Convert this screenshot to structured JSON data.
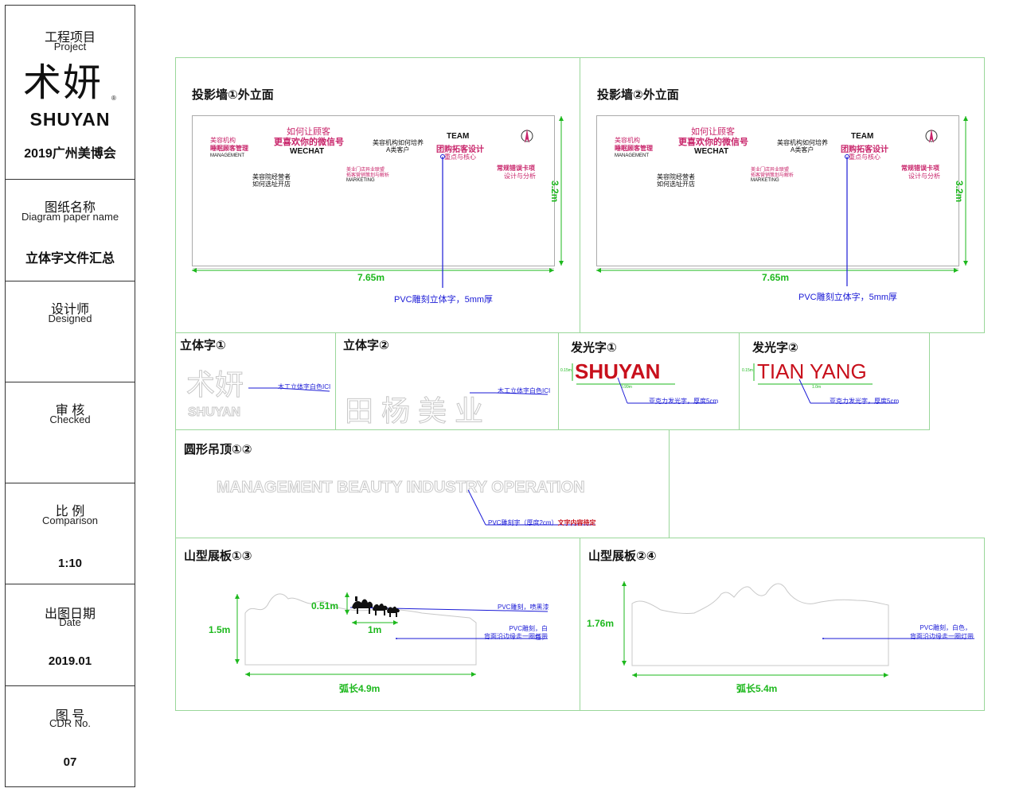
{
  "titleblock": {
    "project_zh": "工程项目",
    "project_en": "Project",
    "logo_zh": "术妍",
    "logo_en": "SHUYAN",
    "logo_reg": "®",
    "event": "2019广州美博会",
    "diagram_zh": "图纸名称",
    "diagram_en": "Diagram paper name",
    "diagram_value": "立体字文件汇总",
    "designer_zh": "设计师",
    "designer_en": "Designed",
    "checked_zh": "审 核",
    "checked_en": "Checked",
    "scale_zh": "比 例",
    "scale_en": "Comparison",
    "scale_value": "1:10",
    "date_zh": "出图日期",
    "date_en": "Date",
    "date_value": "2019.01",
    "cdr_zh": "图 号",
    "cdr_en": "CDR No.",
    "cdr_value": "07"
  },
  "wall1": {
    "title": "投影墙①外立面",
    "height": "3.2m",
    "width": "7.65m",
    "note": "PVC雕刻立体字，5mm厚"
  },
  "wall2": {
    "title": "投影墙②外立面",
    "height": "3.2m",
    "width": "7.65m",
    "note": "PVC雕刻立体字，5mm厚"
  },
  "wall_text": {
    "a1": "美容机构",
    "a2": "睡眠顾客管理",
    "a3": "MANAGEMENT",
    "b1": "如何让顾客",
    "b2": "更喜欢你的微信号",
    "b3": "WECHAT",
    "c1": "美容机构如何培养",
    "c2": "A类客户",
    "d1": "TEAM",
    "d2": "团购拓客设计",
    "d3": "重点与核心",
    "e1": "美容院经营者",
    "e2": "如何选址开店",
    "f1": "美业门店异业联盟",
    "f2": "拓客营销策划与解析",
    "f3": "MARKETING",
    "g1": "常规错误卡项",
    "g2": "设计与分析"
  },
  "letter1": {
    "title": "立体字①",
    "logo_zh": "术妍",
    "logo_en": "SHUYAN",
    "note": "木工立体字白色ICI"
  },
  "letter2": {
    "title": "立体字②",
    "text": "田杨美业",
    "note": "木工立体字白色ICI"
  },
  "glow1": {
    "title": "发光字①",
    "text": "SHUYAN",
    "h": "0.15m",
    "w": "0.99m",
    "note": "亚克力发光字，厚度5cm"
  },
  "glow2": {
    "title": "发光字②",
    "text": "TIAN YANG",
    "h": "0.15m",
    "w": "1.0m",
    "note": "亚克力发光字，厚度5cm"
  },
  "ceiling": {
    "title": "圆形吊顶①②",
    "text": "MANAGEMENT BEAUTY INDUSTRY OPERATION",
    "note_a": "PVC雕刻字（厚度2cm）",
    "note_b": "文字内容待定"
  },
  "mountain1": {
    "title": "山型展板①③",
    "height": "1.5m",
    "camel_h": "0.51m",
    "camel_w": "1m",
    "arc": "弧长4.9m",
    "note1": "PVC雕刻，喷黑漆",
    "note2a": "PVC雕刻，白色，",
    "note2b": "背面沿边缘走一圈灯带"
  },
  "mountain2": {
    "title": "山型展板②④",
    "height": "1.76m",
    "arc": "弧长5.4m",
    "note2a": "PVC雕刻，白色，",
    "note2b": "背面沿边缘走一圈灯带"
  },
  "colors": {
    "accent_green": "#1db81d",
    "leader_blue": "#1a1ad6",
    "brand_pink": "#c8246a",
    "glow_red": "#c8101c"
  }
}
